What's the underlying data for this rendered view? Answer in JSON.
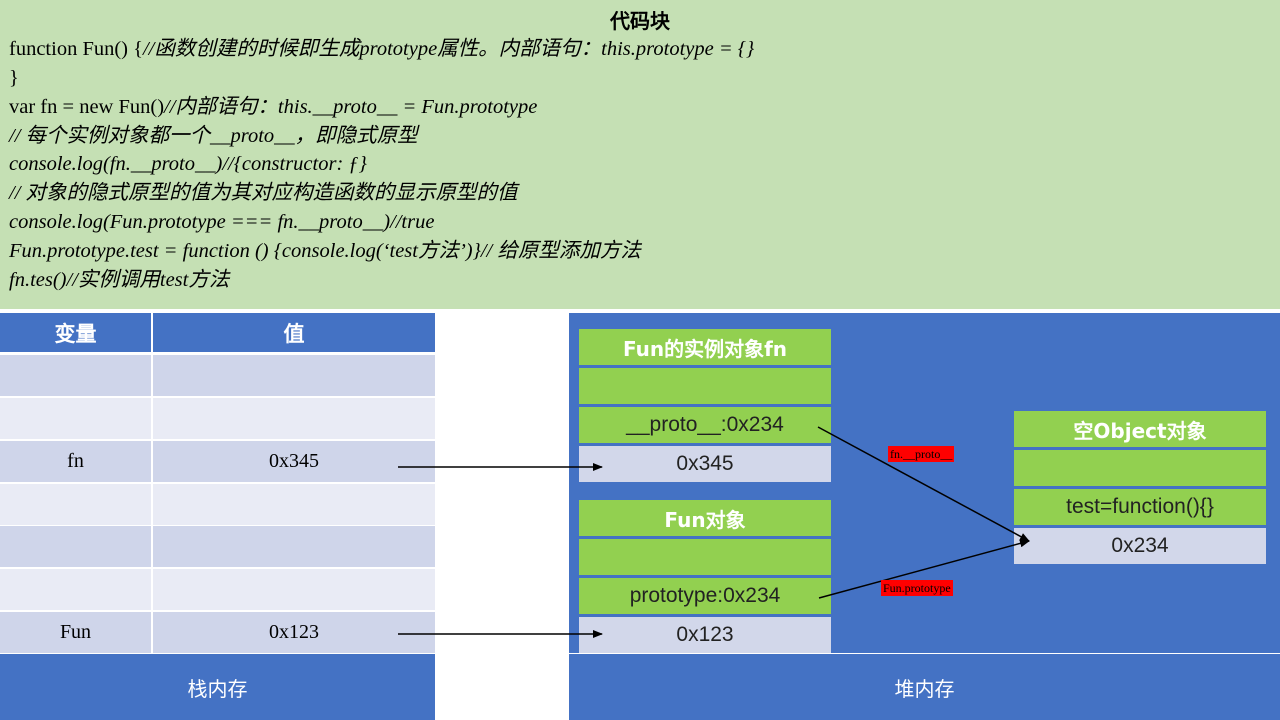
{
  "code_block": {
    "title": "代码块",
    "lines": [
      {
        "plain": "function Fun() {",
        "italic": "//函数创建的时候即生成prototype属性。内部语句：this.prototype = {}"
      },
      {
        "plain": "}",
        "italic": ""
      },
      {
        "plain": "var fn = new Fun()",
        "italic": "//内部语句：this.__proto__ = Fun.prototype"
      },
      {
        "plain": "",
        "italic": "// 每个实例对象都一个__proto__，即隐式原型"
      },
      {
        "plain": "",
        "italic": "console.log(fn.__proto__)//{constructor: ƒ}"
      },
      {
        "plain": "",
        "italic": "// 对象的隐式原型的值为其对应构造函数的显示原型的值"
      },
      {
        "plain": "",
        "italic": "console.log(Fun.prototype === fn.__proto__)//true"
      },
      {
        "plain": "",
        "italic": "Fun.prototype.test = function () {console.log(‘test方法’)}// 给原型添加方法"
      },
      {
        "plain": "",
        "italic": "fn.tes()//实例调用test方法"
      }
    ]
  },
  "stack": {
    "header": {
      "var": "变量",
      "val": "值"
    },
    "rows": [
      {
        "var": "",
        "val": ""
      },
      {
        "var": "",
        "val": ""
      },
      {
        "var": "fn",
        "val": "0x345"
      },
      {
        "var": "",
        "val": ""
      },
      {
        "var": "",
        "val": ""
      },
      {
        "var": "",
        "val": ""
      },
      {
        "var": "Fun",
        "val": "0x123"
      }
    ],
    "footer": "栈内存"
  },
  "heap": {
    "footer": "堆内存",
    "fn_instance": {
      "title": "Fun的实例对象fn",
      "empty": "",
      "proto": "__proto__:0x234",
      "addr": "0x345"
    },
    "fun_object": {
      "title": "Fun对象",
      "empty": "",
      "prototype": "prototype:0x234",
      "addr": "0x123"
    },
    "empty_object": {
      "title": "空Object对象",
      "empty": "",
      "test": "test=function(){}",
      "addr": "0x234"
    }
  },
  "labels": {
    "fn_proto": "fn.__proto__",
    "fun_prototype": "Fun.prototype"
  },
  "colors": {
    "code_bg": "#c5e0b4",
    "blue": "#4472c4",
    "green": "#92d050",
    "red": "#ff0000",
    "row_light": "#e9ebf5",
    "row_dark": "#cfd5ea"
  }
}
